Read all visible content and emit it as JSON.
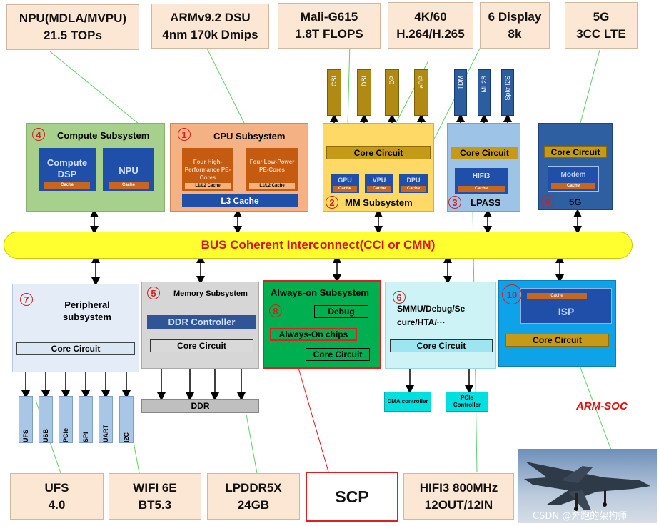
{
  "specs_top": [
    {
      "l1": "NPU(MDLA/MVPU)",
      "l2": "21.5 TOPs"
    },
    {
      "l1": "ARMv9.2 DSU",
      "l2": "4nm 170k Dmips"
    },
    {
      "l1": "Mali-G615",
      "l2": "1.8T FLOPS"
    },
    {
      "l1": "4K/60",
      "l2": "H.264/H.265"
    },
    {
      "l1": "6 Display",
      "l2": "8k"
    },
    {
      "l1": "5G",
      "l2": "3CC LTE"
    }
  ],
  "specs_bottom": [
    {
      "l1": "UFS",
      "l2": "4.0"
    },
    {
      "l1": "WIFI 6E",
      "l2": "BT5.3"
    },
    {
      "l1": "LPDDR5X",
      "l2": "24GB"
    },
    {
      "l1": "SCP",
      "l2": ""
    },
    {
      "l1": "HIFI3 800MHz",
      "l2": "12OUT/12IN"
    }
  ],
  "soc_label": "ARM-SOC",
  "bus_label": "BUS Coherent Interconnect(CCI or CMN)",
  "compute": {
    "num": "4",
    "title": "Compute Subsystem",
    "dsp": "Compute DSP",
    "npu": "NPU",
    "cache": "Cache"
  },
  "cpu": {
    "num": "1",
    "title": "CPU Subsystem",
    "high": "Four High-Performance PE-Cores",
    "low": "Four Low-Power PE-Cores",
    "l1l2": "L1/L2 Cache",
    "l3": "L3 Cache"
  },
  "mm": {
    "num": "2",
    "title": "MM Subsystem",
    "core": "Core Circuit",
    "gpu": "GPU",
    "vpu": "VPU",
    "dpu": "DPU",
    "cache": "Cache",
    "ports": [
      "CSI",
      "DSI",
      "DP",
      "eDP"
    ]
  },
  "lpass": {
    "num": "3",
    "title": "LPASS",
    "core": "Core Circuit",
    "hifi": "HIFI3",
    "cache": "Cache",
    "ports": [
      "TDM",
      "MI 2S",
      "Spkr I2S"
    ]
  },
  "fiveg": {
    "num": "9",
    "title": "5G",
    "core": "Core Circuit",
    "modem": "Modem",
    "cache": "Cache"
  },
  "periph": {
    "num": "7",
    "title1": "Peripheral",
    "title2": "subsystem",
    "core": "Core Circuit",
    "ports": [
      "UFS",
      "USB",
      "PCIe",
      "SPI",
      "UART",
      "I2C"
    ]
  },
  "memory": {
    "num": "5",
    "title": "Memory Subsystem",
    "ddrc": "DDR Controller",
    "core": "Core Circuit",
    "ddr": "DDR"
  },
  "aon": {
    "num": "8",
    "title": "Always-on Subsystem",
    "debug": "Debug",
    "chips": "Always-On chips",
    "core": "Core Circuit"
  },
  "smmu": {
    "num": "6",
    "title1": "SMMU/Debug/Se",
    "title2": "cure/HTA/···",
    "core": "Core Circuit",
    "dma": "DMA controller",
    "pcie": "PCIe Controller"
  },
  "isp": {
    "num": "10",
    "cache": "Cache",
    "title": "ISP",
    "core": "Core Circuit"
  },
  "watermark": "CSDN @奔跑的架构师"
}
